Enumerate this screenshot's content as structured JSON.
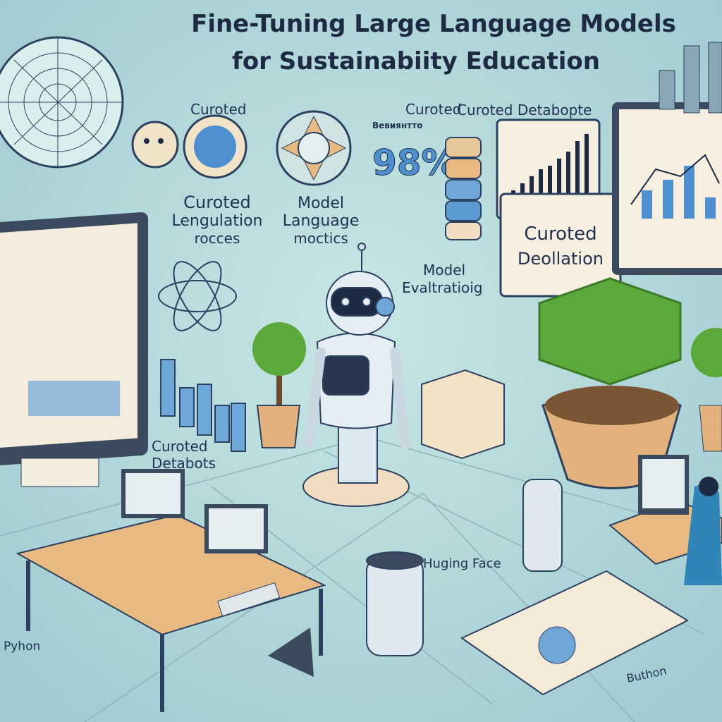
{
  "title": {
    "line1": "Fine-Tuning Large Language Models",
    "line2": "for Sustainabiity Education"
  },
  "labels": {
    "curoted_top": "Curoted",
    "curoted_lengulation": [
      "Curoted",
      "Lengulation",
      "rocces"
    ],
    "model_language": [
      "Model",
      "Language",
      "moctics"
    ],
    "curoted_percent": [
      "Curoted",
      "Beвиянтто"
    ],
    "percent": "98%",
    "curoted_detabopte": "Curoted Detabopte",
    "curoted_deollation": [
      "Curoted",
      "Deollation"
    ],
    "model_evaluation": [
      "Model",
      "Evaltratioig"
    ],
    "curoted_detabots": [
      "Curoted",
      "Detabots"
    ],
    "hugging_face": "Huging Face",
    "python_left": "Pyhon",
    "python_right": "Buthon"
  },
  "colors": {
    "background": "#b7dcdc",
    "ink": "#1d2a44",
    "accent_blue": "#4d8fcf",
    "wood": "#e8b980",
    "leaf": "#5aa93a",
    "pot": "#e3b27c"
  }
}
